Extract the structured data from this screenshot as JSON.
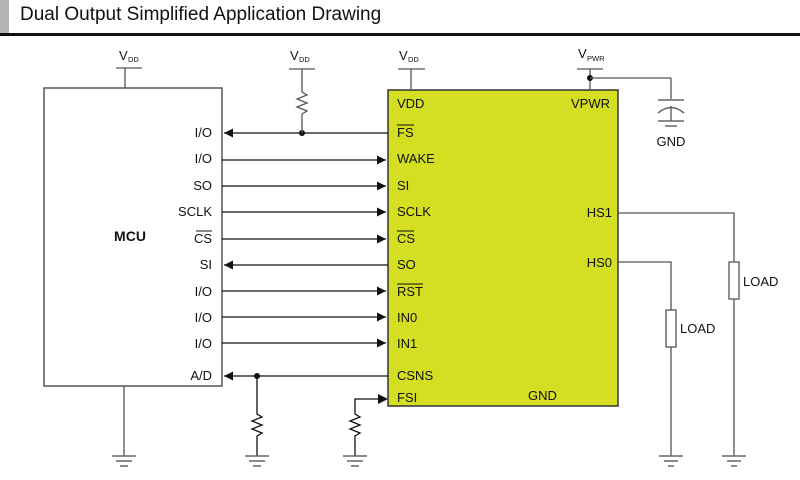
{
  "header": {
    "title": "Dual Output Simplified Application Drawing"
  },
  "colors": {
    "chip_fill": "#d4de22",
    "chip_border": "#333333"
  },
  "supplies": {
    "vdd_main": "V",
    "vdd_sub": "DD",
    "vpwr_main": "V",
    "vpwr_sub": "PWR",
    "cap_gnd_label": "GND"
  },
  "mcu": {
    "name": "MCU",
    "pins": [
      "I/O",
      "I/O",
      "SO",
      "SCLK",
      "CS",
      "SI",
      "I/O",
      "I/O",
      "I/O",
      "A/D"
    ]
  },
  "chip": {
    "top_left": "VDD",
    "top_right": "VPWR",
    "pins": [
      "FS",
      "WAKE",
      "SI",
      "SCLK",
      "CS",
      "SO",
      "RST",
      "IN0",
      "IN1",
      "CSNS",
      "FSI"
    ],
    "outputs": [
      "HS1",
      "HS0"
    ],
    "gnd": "GND"
  },
  "loads": [
    "LOAD",
    "LOAD"
  ]
}
